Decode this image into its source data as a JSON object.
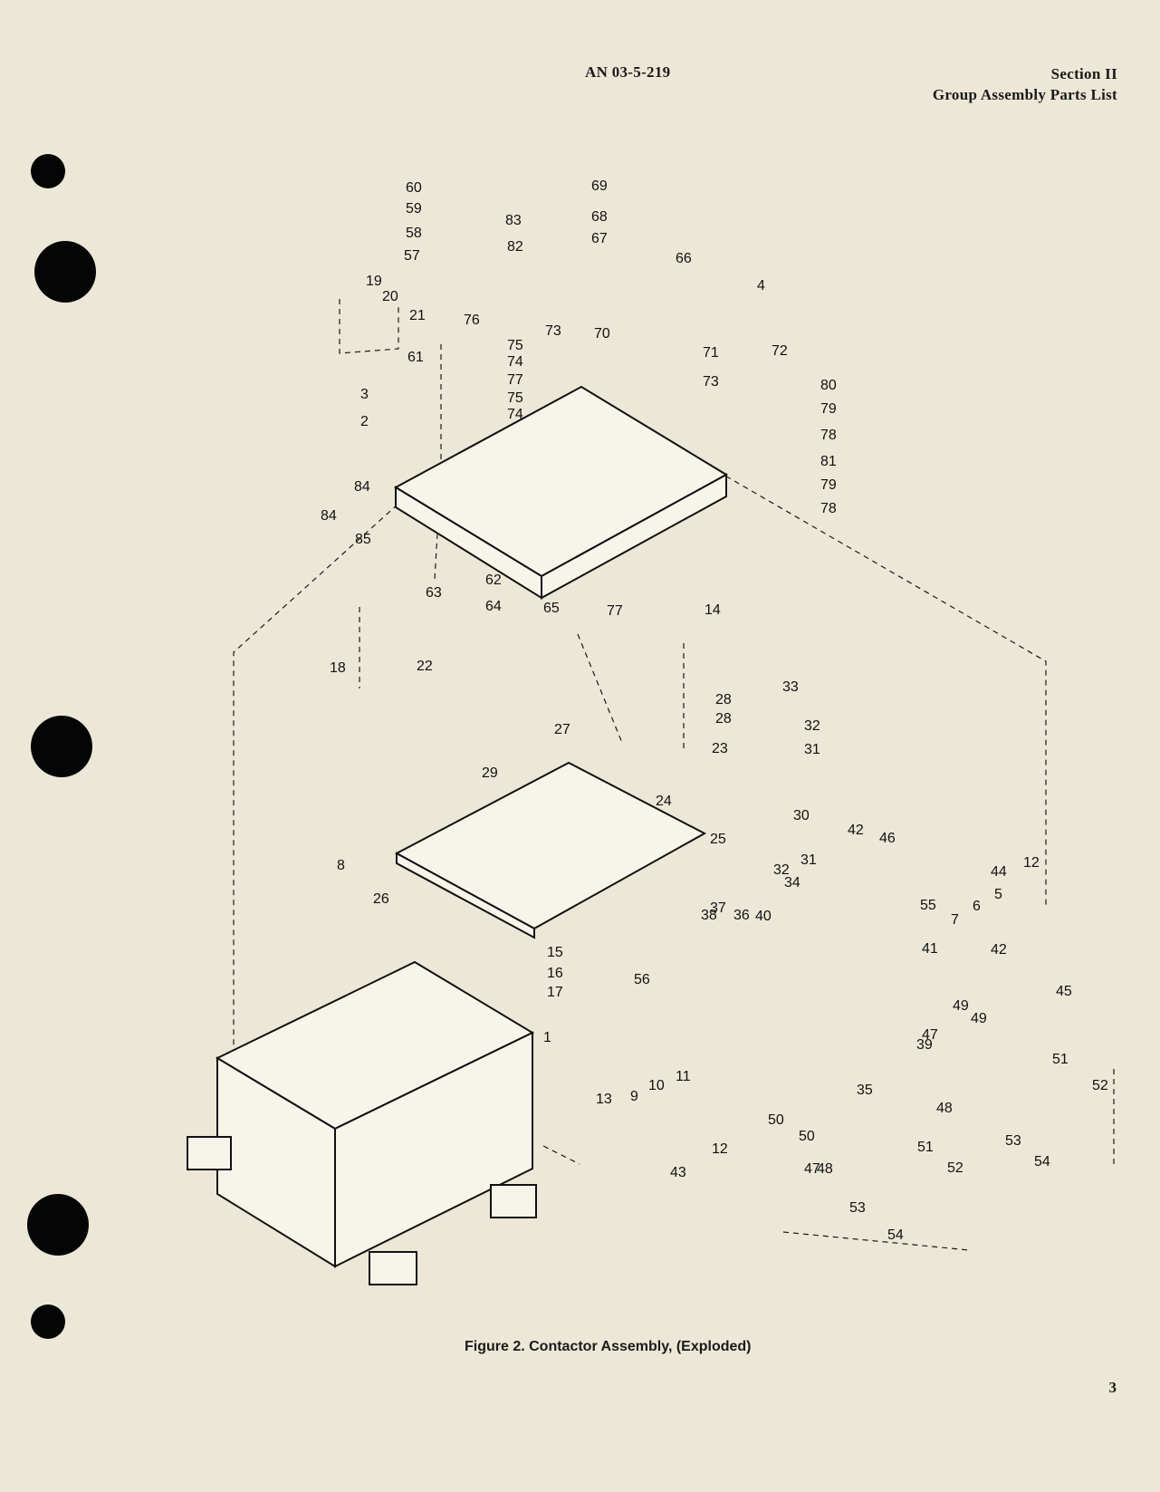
{
  "header": {
    "document_number": "AN 03-5-219",
    "section": "Section II",
    "section_title": "Group Assembly Parts List"
  },
  "figure": {
    "caption": "Figure 2.   Contactor Assembly, (Exploded)",
    "callouts": [
      "1",
      "2",
      "3",
      "4",
      "5",
      "6",
      "7",
      "8",
      "9",
      "10",
      "11",
      "12",
      "12",
      "13",
      "14",
      "15",
      "16",
      "17",
      "18",
      "19",
      "20",
      "21",
      "22",
      "23",
      "24",
      "25",
      "26",
      "27",
      "28",
      "28",
      "29",
      "30",
      "31",
      "31",
      "32",
      "32",
      "33",
      "34",
      "35",
      "36",
      "37",
      "38",
      "39",
      "40",
      "41",
      "42",
      "42",
      "43",
      "44",
      "45",
      "46",
      "47",
      "47",
      "48",
      "48",
      "49",
      "49",
      "50",
      "50",
      "51",
      "51",
      "52",
      "52",
      "53",
      "53",
      "54",
      "54",
      "55",
      "56",
      "57",
      "58",
      "59",
      "60",
      "61",
      "62",
      "63",
      "64",
      "65",
      "66",
      "67",
      "68",
      "69",
      "70",
      "71",
      "72",
      "73",
      "73",
      "74",
      "74",
      "75",
      "75",
      "76",
      "77",
      "77",
      "78",
      "78",
      "79",
      "79",
      "80",
      "81",
      "82",
      "83",
      "84",
      "84",
      "85"
    ]
  },
  "page_number": "3"
}
